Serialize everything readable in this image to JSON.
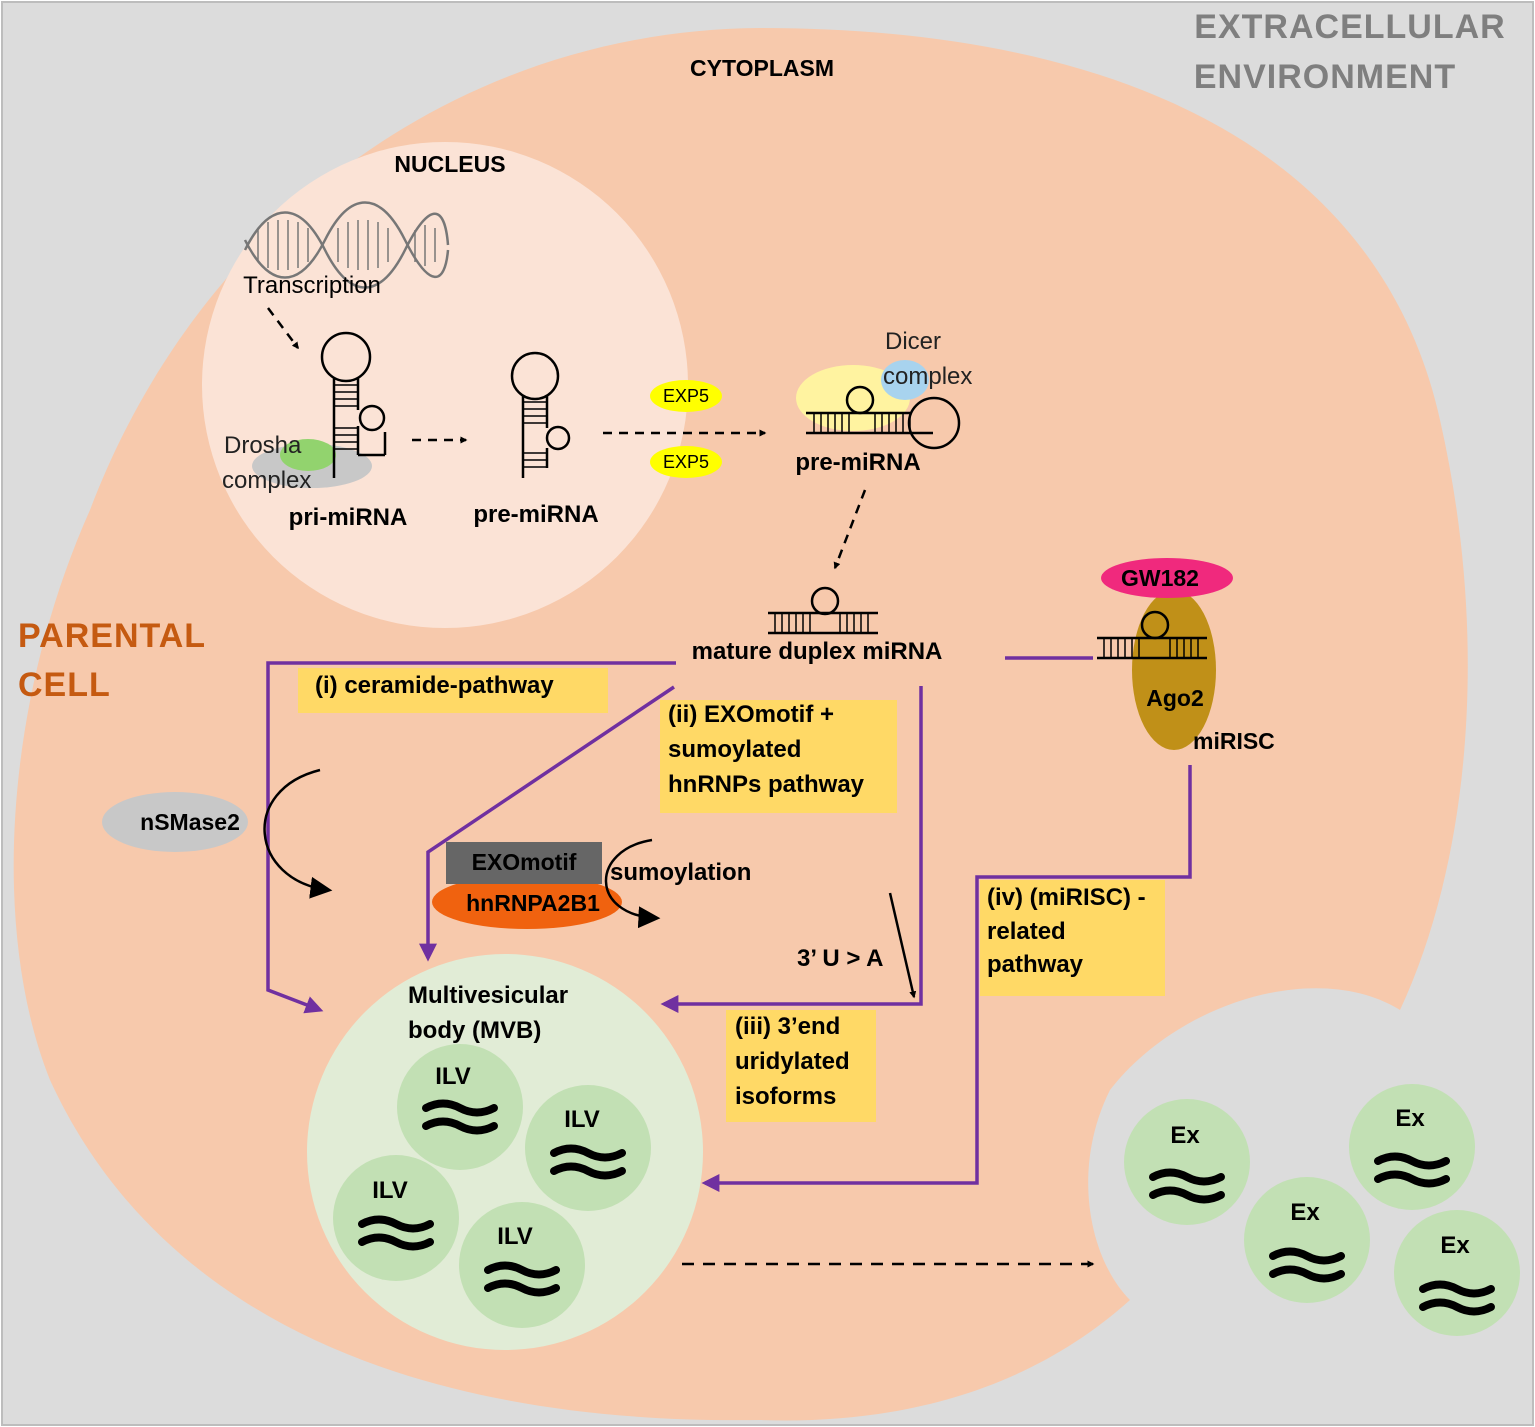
{
  "regions": {
    "extracellular": "EXTRACELLULAR ENVIRONMENT",
    "extracellular_line1": "EXTRACELLULAR",
    "extracellular_line2": "ENVIRONMENT",
    "cytoplasm": "CYTOPLASM",
    "nucleus": "NUCLEUS",
    "parental_line1": "PARENTAL",
    "parental_line2": "CELL"
  },
  "molecules": {
    "transcription": "Transcription",
    "drosha_line1": "Drosha",
    "drosha_line2": "complex",
    "pri_mirna": "pri-miRNA",
    "pre_mirna_nuclear": "pre-miRNA",
    "exp5_top": "EXP5",
    "exp5_bottom": "EXP5",
    "dicer_line1": "Dicer",
    "dicer_line2": "complex",
    "pre_mirna_cytoplasm": "pre-miRNA",
    "mature_duplex": "mature duplex miRNA",
    "gw182": "GW182",
    "ago2": "Ago2",
    "mirisc": "miRISC",
    "nsmase2": "nSMase2",
    "exomotif": "EXOmotif",
    "hnrnpa2b1": "hnRNPA2B1",
    "sumoylation": "sumoylation",
    "u_to_a": "3’ U > A",
    "mvb_line1": "Multivesicular",
    "mvb_line2": "body (MVB)"
  },
  "pathways": {
    "ceramide": "(i) ceramide-pathway",
    "exomotif_line1": "(ii) EXOmotif +",
    "exomotif_line2": "sumoylated",
    "exomotif_line3": "hnRNPs pathway",
    "uridylated_line1": "(iii) 3’end",
    "uridylated_line2": "uridylated",
    "uridylated_line3": "isoforms",
    "mirisc_line1": "(iv) (miRISC) -",
    "mirisc_line2": "related",
    "mirisc_line3": "pathway"
  },
  "ilv_labels": [
    "ILV",
    "ILV",
    "ILV",
    "ILV"
  ],
  "exosome_labels": [
    "Ex",
    "Ex",
    "Ex",
    "Ex"
  ],
  "colors": {
    "extracellular": "#dcdcdc",
    "cytoplasm": "#f7c9ac",
    "nucleus": "#fbe3d6",
    "mvb": "#e1ecd6",
    "vesicle": "#c2e0b4",
    "pathway_line": "#7030a0",
    "label_box": "#ffd966",
    "parental_text": "#c55a11",
    "exp5": "#ffff00",
    "gw182": "#f0297d",
    "ago2": "#c09018",
    "exomotif_box": "#666666",
    "hnrnpa2b1": "#f0620f",
    "nsmase2": "#c8c8c8"
  }
}
